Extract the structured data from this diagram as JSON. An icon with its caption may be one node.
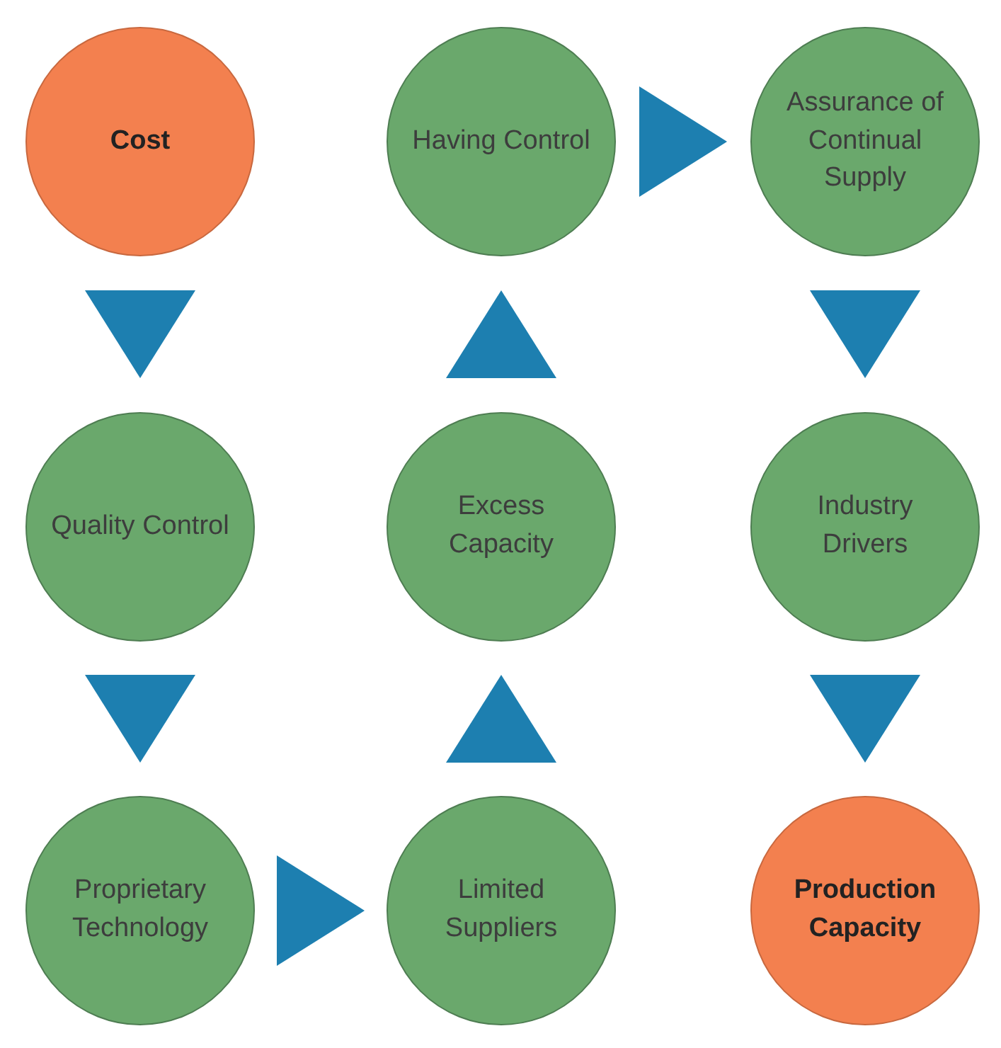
{
  "diagram": {
    "nodes": [
      {
        "text": [
          "Cost"
        ]
      },
      {
        "text": [
          "Quality Control"
        ]
      },
      {
        "text": [
          "Proprietary Technology"
        ]
      },
      {
        "text": [
          "Limited Suppliers"
        ]
      },
      {
        "text": [
          "Excess Capacity"
        ]
      },
      {
        "text": [
          "Having Control"
        ]
      },
      {
        "text": [
          "Assurance of Continual Supply"
        ]
      },
      {
        "text": [
          "Industry Drivers"
        ]
      },
      {
        "text": [
          "Production Capacity"
        ]
      }
    ],
    "edges": [
      {
        "from": 0,
        "to": 1,
        "arrow": "to"
      },
      {
        "from": 1,
        "to": 2,
        "arrow": "to"
      },
      {
        "from": 2,
        "to": 3,
        "arrow": "to"
      },
      {
        "from": 3,
        "to": 4,
        "arrow": "to"
      },
      {
        "from": 4,
        "to": 5,
        "arrow": "to"
      },
      {
        "from": 5,
        "to": 6,
        "arrow": "to"
      },
      {
        "from": 6,
        "to": 7,
        "arrow": "to"
      },
      {
        "from": 7,
        "to": 8,
        "arrow": "to"
      }
    ]
  }
}
